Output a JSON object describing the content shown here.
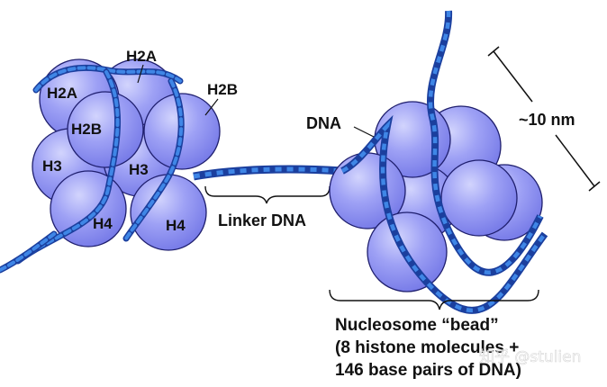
{
  "figure": {
    "type": "nucleosome-structure-diagram",
    "colors": {
      "histone_fill": "#8c8ff0",
      "histone_highlight": "#c6c8fb",
      "histone_outline": "#1f1f6e",
      "dna_light": "#3f86e6",
      "dna_dark": "#1b3f9e",
      "text": "#111111",
      "background": "#ffffff"
    }
  },
  "left_octamer": {
    "labels": {
      "h2a_top": "H2A",
      "h2a_left": "H2A",
      "h2b_left": "H2B",
      "h2b_right": "H2B",
      "h3_left": "H3",
      "h3_center": "H3",
      "h4_left": "H4",
      "h4_right": "H4"
    }
  },
  "linker": {
    "label": "Linker DNA"
  },
  "right_bead": {
    "dna_label": "DNA",
    "scale_label": "~10 nm",
    "caption": {
      "line1": "Nucleosome “bead”",
      "line2": "(8 histone molecules +",
      "line3": "146 base pairs of DNA)"
    }
  },
  "watermark": {
    "text": "知乎 @stulien"
  }
}
